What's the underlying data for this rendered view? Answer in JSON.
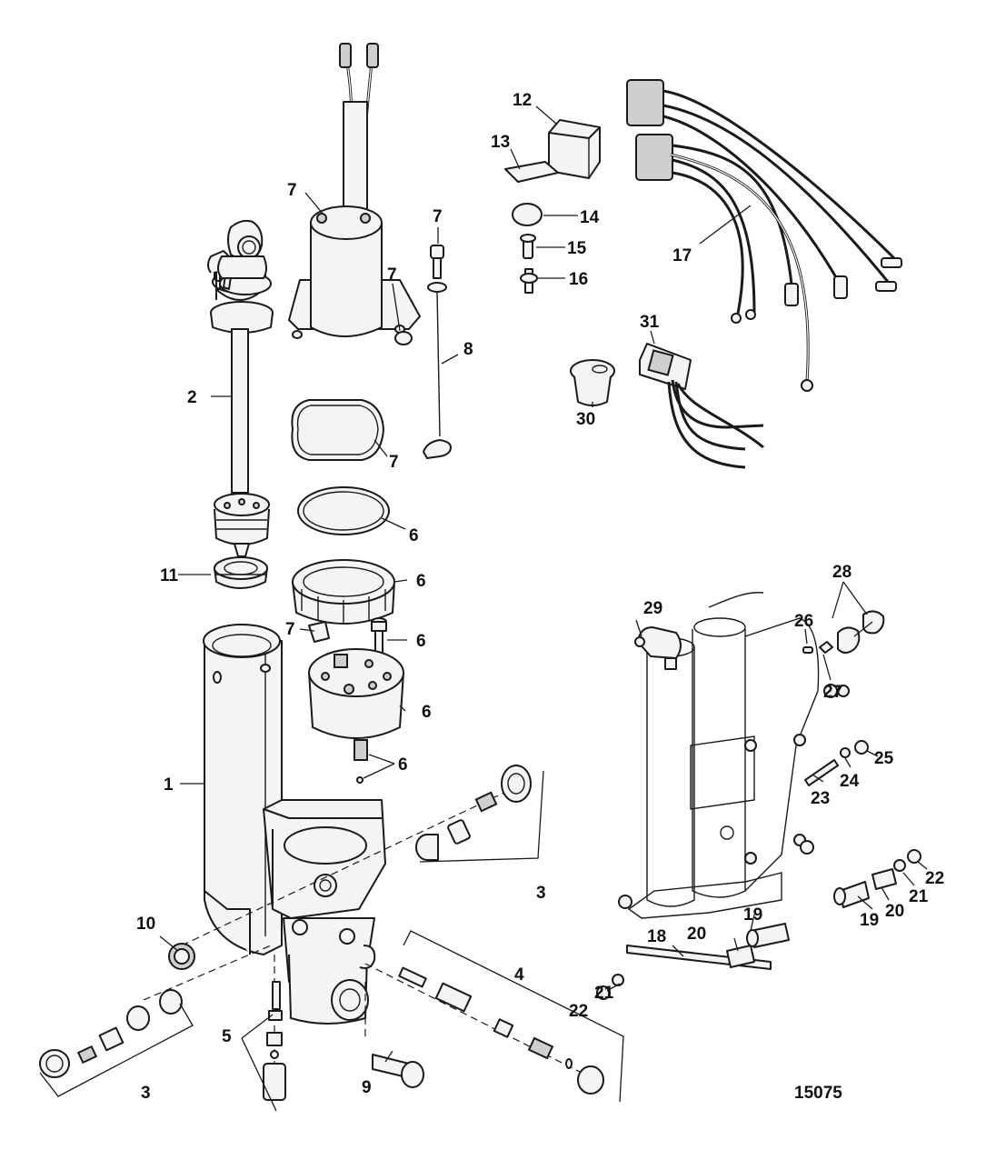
{
  "figure_id": "15075",
  "callouts": {
    "c1": "1",
    "c2": "2",
    "c3a": "3",
    "c3b": "3",
    "c4": "4",
    "c5": "5",
    "c6a": "6",
    "c6b": "6",
    "c6c": "6",
    "c6d": "6",
    "c6e": "6",
    "c7a": "7",
    "c7b": "7",
    "c7c": "7",
    "c7d": "7",
    "c7e": "7",
    "c8": "8",
    "c9": "9",
    "c10": "10",
    "c11": "11",
    "c12": "12",
    "c13": "13",
    "c14": "14",
    "c15": "15",
    "c16": "16",
    "c17": "17",
    "c18": "18",
    "c19a": "19",
    "c19b": "19",
    "c20a": "20",
    "c20b": "20",
    "c21a": "21",
    "c21b": "21",
    "c22a": "22",
    "c22b": "22",
    "c23": "23",
    "c24": "24",
    "c25": "25",
    "c26": "26",
    "c27": "27",
    "c28": "28",
    "c29": "29",
    "c30": "30",
    "c31": "31"
  },
  "colors": {
    "line": "#1a1a1a",
    "part_fill": "#f4f4f4",
    "shade": "#cfcfcf",
    "background": "#ffffff"
  }
}
